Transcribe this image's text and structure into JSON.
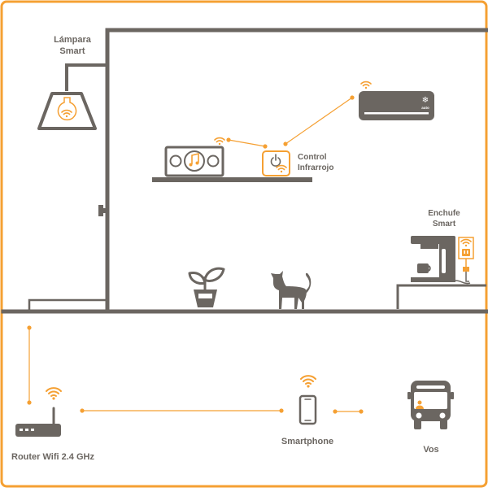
{
  "colors": {
    "frame": "#f5a033",
    "structure": "#6b6661",
    "accent": "#f5a033",
    "line": "#f5a033",
    "background": "#ffffff"
  },
  "labels": {
    "lamp_line1": "Lámpara",
    "lamp_line2": "Smart",
    "ir_line1": "Control",
    "ir_line2": "Infrarrojo",
    "plug_line1": "Enchufe",
    "plug_line2": "Smart",
    "router": "Router Wifi 2.4 GHz",
    "smartphone": "Smartphone",
    "you": "Vos"
  },
  "devices": {
    "ac_badge": "❄",
    "ac_mode": "auto"
  },
  "icons": [
    "lamp-icon",
    "wifi-icon",
    "stereo-icon",
    "music-note-icon",
    "ir-controller-icon",
    "power-icon",
    "air-conditioner-icon",
    "coffee-machine-icon",
    "plug-icon",
    "plant-icon",
    "cat-icon",
    "router-icon",
    "smartphone-icon",
    "bus-icon"
  ]
}
